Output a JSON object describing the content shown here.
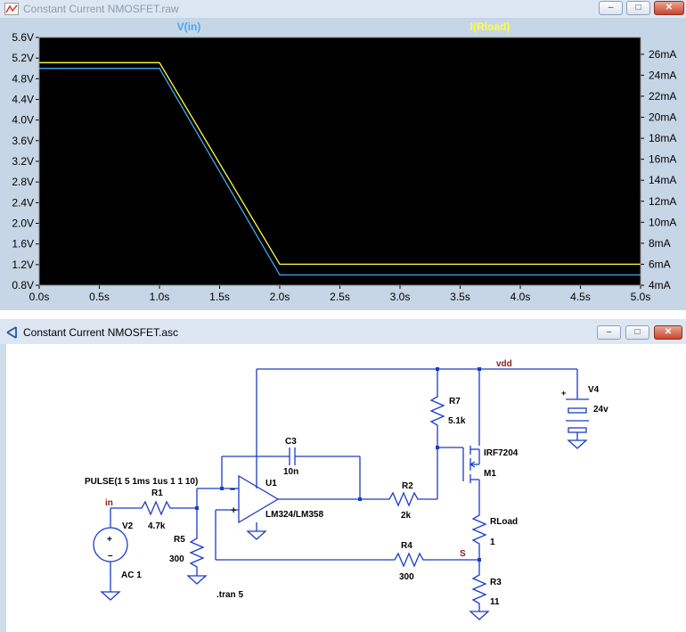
{
  "waveform_window": {
    "title": "Constant Current NMOSFET.raw",
    "icon": "waveform-icon",
    "buttons": {
      "minimize": "–",
      "restore": "□",
      "close": "✕"
    }
  },
  "schematic_window": {
    "title": "Constant Current NMOSFET.asc",
    "icon": "ltspice-icon",
    "buttons": {
      "minimize": "–",
      "restore": "□",
      "close": "✕"
    }
  },
  "chart_data": {
    "type": "line",
    "background": "#000000",
    "trace_labels": {
      "left": "V(in)",
      "right": "I(Rload)"
    },
    "x": {
      "ticks": [
        "0.0s",
        "0.5s",
        "1.0s",
        "1.5s",
        "2.0s",
        "2.5s",
        "3.0s",
        "3.5s",
        "4.0s",
        "4.5s",
        "5.0s"
      ],
      "range": [
        0,
        5
      ]
    },
    "y_left": {
      "ticks": [
        "5.6V",
        "5.2V",
        "4.8V",
        "4.4V",
        "4.0V",
        "3.6V",
        "3.2V",
        "2.8V",
        "2.4V",
        "2.0V",
        "1.6V",
        "1.2V",
        "0.8V"
      ],
      "range": [
        0.8,
        5.6
      ]
    },
    "y_right": {
      "ticks": [
        "26mA",
        "24mA",
        "22mA",
        "20mA",
        "18mA",
        "16mA",
        "14mA",
        "12mA",
        "10mA",
        "8mA",
        "6mA",
        "4mA"
      ],
      "range": [
        4,
        27.6
      ]
    },
    "series": [
      {
        "name": "V(in)",
        "color": "#3fa9f5",
        "axis": "left",
        "x": [
          0,
          1.0,
          2.0,
          5.0
        ],
        "y": [
          5.0,
          5.0,
          1.0,
          1.0
        ]
      },
      {
        "name": "I(Rload)",
        "color": "#ffff40",
        "axis": "right",
        "x": [
          0,
          1.0,
          2.0,
          5.0
        ],
        "y": [
          25.2,
          25.2,
          6.0,
          6.0
        ]
      }
    ]
  },
  "schematic": {
    "directive_pulse": "PULSE(1 5 1ms 1us 1 1 10)",
    "directive_tran": ".tran 5",
    "net_in": "in",
    "net_vdd": "vdd",
    "net_s": "S",
    "components": {
      "V2": {
        "name": "V2",
        "value": "AC 1"
      },
      "R1": {
        "name": "R1",
        "value": "4.7k"
      },
      "R5": {
        "name": "R5",
        "value": "300"
      },
      "C3": {
        "name": "C3",
        "value": "10n"
      },
      "U1": {
        "name": "U1",
        "value": "LM324/LM358"
      },
      "R2": {
        "name": "R2",
        "value": "2k"
      },
      "R7": {
        "name": "R7",
        "value": "5.1k"
      },
      "M1": {
        "name": "M1",
        "value": "IRF7204"
      },
      "RLoad": {
        "name": "RLoad",
        "value": "1"
      },
      "R4": {
        "name": "R4",
        "value": "300"
      },
      "R3": {
        "name": "R3",
        "value": "11"
      },
      "V4": {
        "name": "V4",
        "value": "24v"
      }
    },
    "plus": "+",
    "minus": "–"
  }
}
